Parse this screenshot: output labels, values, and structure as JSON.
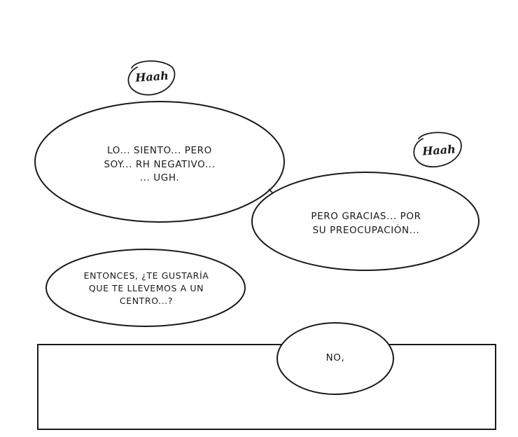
{
  "sfx": {
    "haah_1": "Haah",
    "haah_2": "Haah"
  },
  "bubbles": {
    "lo_siento": "LO... SIENTO... PERO\nSOY... RH NEGATIVO...\n... UGH.",
    "gracias": "PERO GRACIAS... POR\nSU PREOCUPACIÓN...",
    "entonces": "ENTONCES, ¿TE GUSTARÍA\nQUE TE LLEVEMOS A UN\nCENTRO...?",
    "no": "NO,"
  },
  "colors": {
    "ink": "#1a1a1a",
    "paper": "#ffffff"
  }
}
